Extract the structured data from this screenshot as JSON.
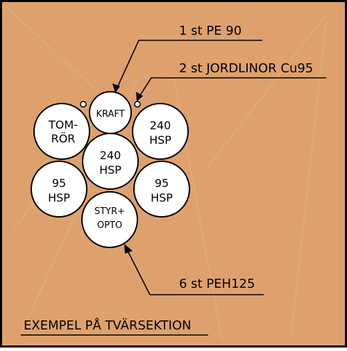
{
  "colors": {
    "background": "#dea16d",
    "frame": "#000000",
    "circle_fill": "#ffffff"
  },
  "callouts": {
    "pe90": "1 st PE 90",
    "jordlinor": "2 st JORDLINOR Cu95",
    "peh125": "6 st PEH125"
  },
  "title": "EXEMPEL PÅ TVÄRSEKTION",
  "cables": {
    "kraft": "KRAFT",
    "tomror": [
      "TOM-",
      "RÖR"
    ],
    "hsp240_right": [
      "240",
      "HSP"
    ],
    "hsp240_center": [
      "240",
      "HSP"
    ],
    "hsp95_left": [
      "95",
      "HSP"
    ],
    "hsp95_right": [
      "95",
      "HSP"
    ],
    "styr_opto": [
      "STYR+",
      "OPTO"
    ]
  }
}
